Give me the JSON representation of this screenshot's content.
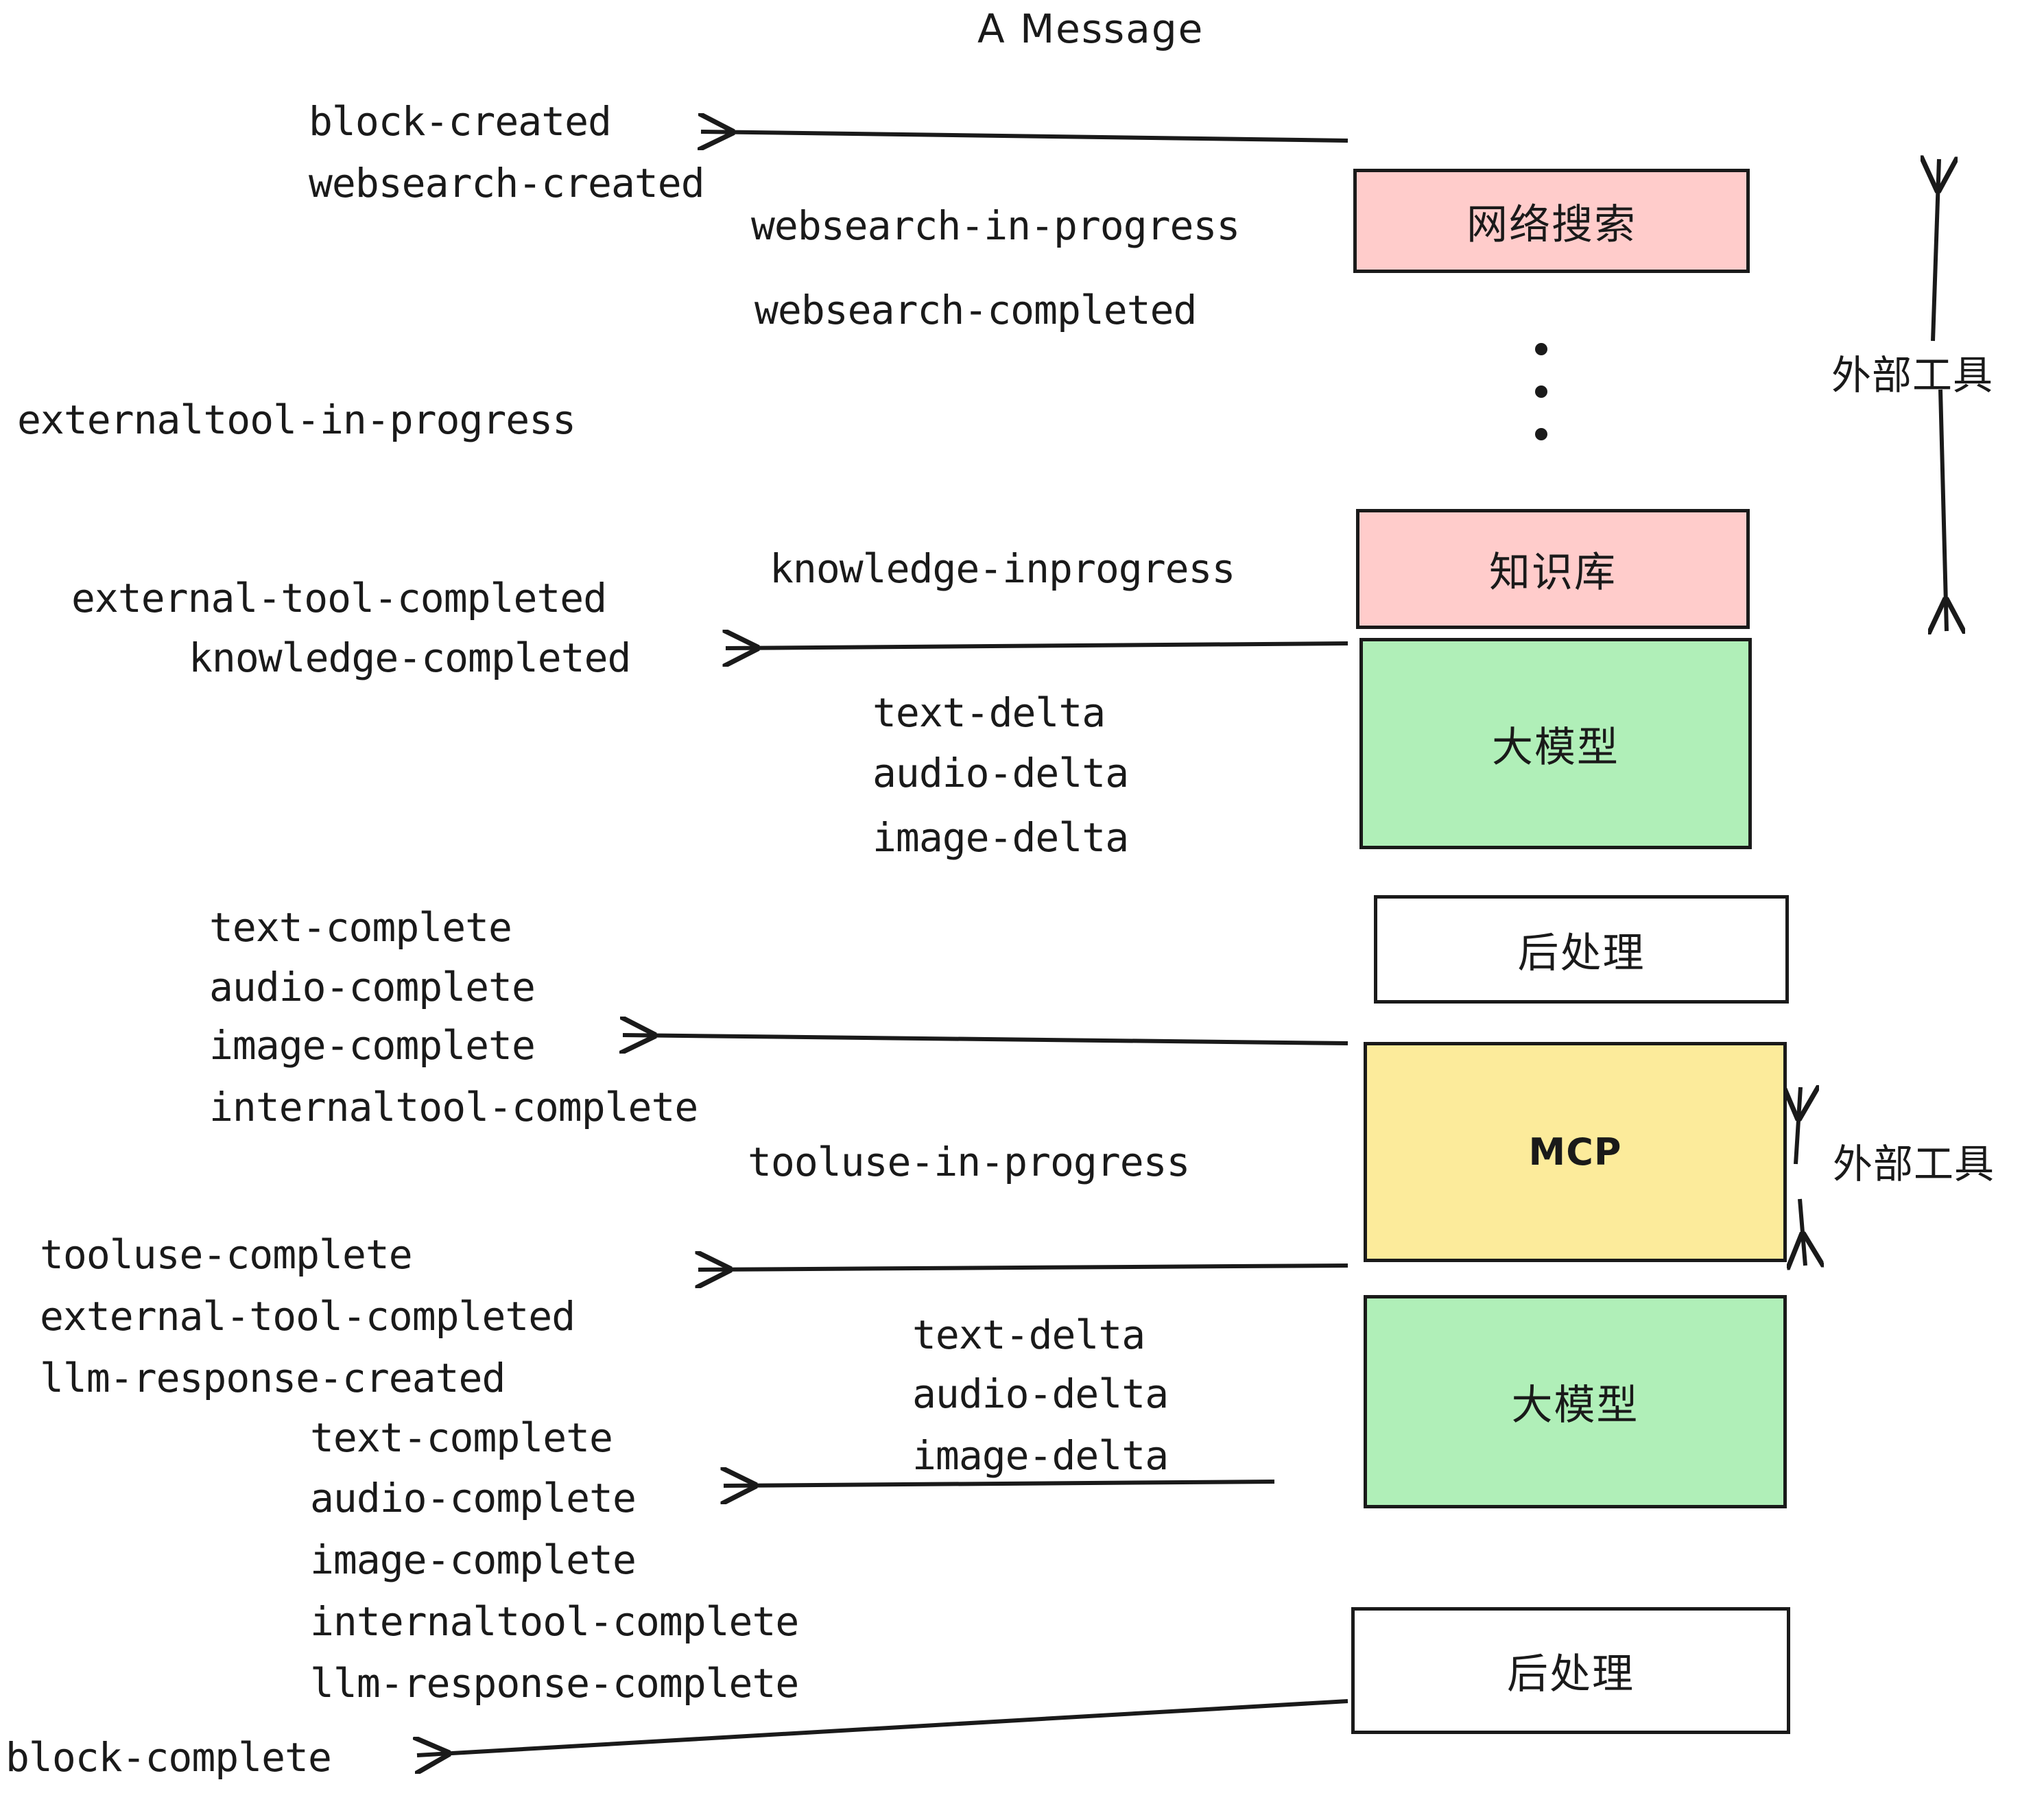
{
  "title": "A Message",
  "colors": {
    "pink": "#FFCCCB",
    "green": "#B0EFB8",
    "yellow": "#FCEB9B",
    "white": "#FFFFFF",
    "stroke": "#1A1A1A",
    "background": "#FFFFFF"
  },
  "boxes": [
    {
      "id": "websearch",
      "label": "网络搜索",
      "fill": "pink",
      "script": "cjk"
    },
    {
      "id": "knowledge",
      "label": "知识库",
      "fill": "pink",
      "script": "cjk"
    },
    {
      "id": "llm-1",
      "label": "大模型",
      "fill": "green",
      "script": "cjk"
    },
    {
      "id": "postprocess-1",
      "label": "后处理",
      "fill": "white",
      "script": "cjk"
    },
    {
      "id": "mcp",
      "label": "MCP",
      "fill": "yellow",
      "script": "latin"
    },
    {
      "id": "llm-2",
      "label": "大模型",
      "fill": "green",
      "script": "cjk"
    },
    {
      "id": "postprocess-2",
      "label": "后处理",
      "fill": "white",
      "script": "cjk"
    }
  ],
  "side_labels": [
    {
      "id": "external-tools-top",
      "text": "外部工具"
    },
    {
      "id": "external-tools-bottom",
      "text": "外部工具"
    }
  ],
  "events": [
    {
      "id": "block-created",
      "text": "block-created"
    },
    {
      "id": "websearch-created",
      "text": "websearch-created"
    },
    {
      "id": "websearch-in-progress",
      "text": "websearch-in-progress"
    },
    {
      "id": "websearch-completed",
      "text": "websearch-completed"
    },
    {
      "id": "externaltool-in-progress",
      "text": "externaltool-in-progress"
    },
    {
      "id": "knowledge-inprogress",
      "text": "knowledge-inprogress"
    },
    {
      "id": "external-tool-completed-1",
      "text": "external-tool-completed"
    },
    {
      "id": "knowledge-completed",
      "text": "knowledge-completed"
    },
    {
      "id": "text-delta-1",
      "text": "text-delta"
    },
    {
      "id": "audio-delta-1",
      "text": "audio-delta"
    },
    {
      "id": "image-delta-1",
      "text": "image-delta"
    },
    {
      "id": "text-complete-1",
      "text": "text-complete"
    },
    {
      "id": "audio-complete-1",
      "text": "audio-complete"
    },
    {
      "id": "image-complete-1",
      "text": "image-complete"
    },
    {
      "id": "internaltool-complete-1",
      "text": "internaltool-complete"
    },
    {
      "id": "tooluse-in-progress",
      "text": "tooluse-in-progress"
    },
    {
      "id": "tooluse-complete",
      "text": "tooluse-complete"
    },
    {
      "id": "external-tool-completed-2",
      "text": "external-tool-completed"
    },
    {
      "id": "llm-response-created",
      "text": "llm-response-created"
    },
    {
      "id": "text-delta-2",
      "text": "text-delta"
    },
    {
      "id": "audio-delta-2",
      "text": "audio-delta"
    },
    {
      "id": "image-delta-2",
      "text": "image-delta"
    },
    {
      "id": "text-complete-2",
      "text": "text-complete"
    },
    {
      "id": "audio-complete-2",
      "text": "audio-complete"
    },
    {
      "id": "image-complete-2",
      "text": "image-complete"
    },
    {
      "id": "internaltool-complete-2",
      "text": "internaltool-complete"
    },
    {
      "id": "llm-response-complete",
      "text": "llm-response-complete"
    },
    {
      "id": "block-complete",
      "text": "block-complete"
    }
  ],
  "ellipsis": {
    "id": "vertical-ellipsis",
    "dots": 3
  }
}
